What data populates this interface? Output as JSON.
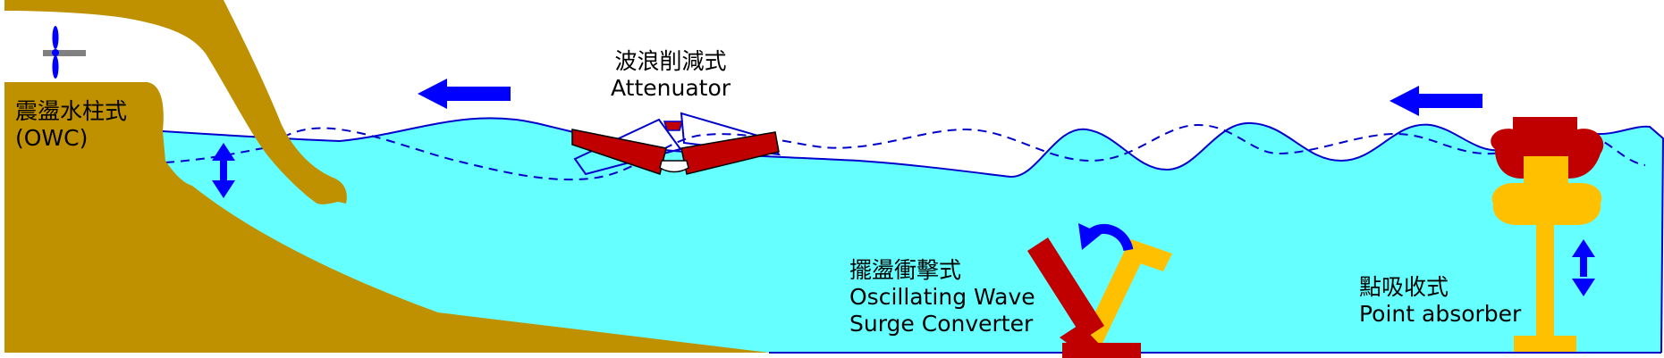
{
  "labels": {
    "owc": {
      "zh": "震盪水柱式",
      "en": "(OWC)"
    },
    "attenuator": {
      "zh": "波浪削減式",
      "en": "Attenuator"
    },
    "oswc": {
      "zh": "擺盪衝擊式",
      "en_line1": "Oscillating Wave",
      "en_line2": "Surge Converter"
    },
    "point": {
      "zh": "點吸收式",
      "en": "Point absorber"
    }
  },
  "colors": {
    "land": "#bf9000",
    "water": "#66ffff",
    "wave_line": "#0000cc",
    "arrow": "#0000ff",
    "device_red": "#c00000",
    "device_yellow": "#ffc000",
    "turbine_bar": "#808080"
  },
  "icons": [
    "turbine-icon",
    "arrow-left-icon",
    "arrow-up-down-icon",
    "curved-arrow-icon"
  ]
}
